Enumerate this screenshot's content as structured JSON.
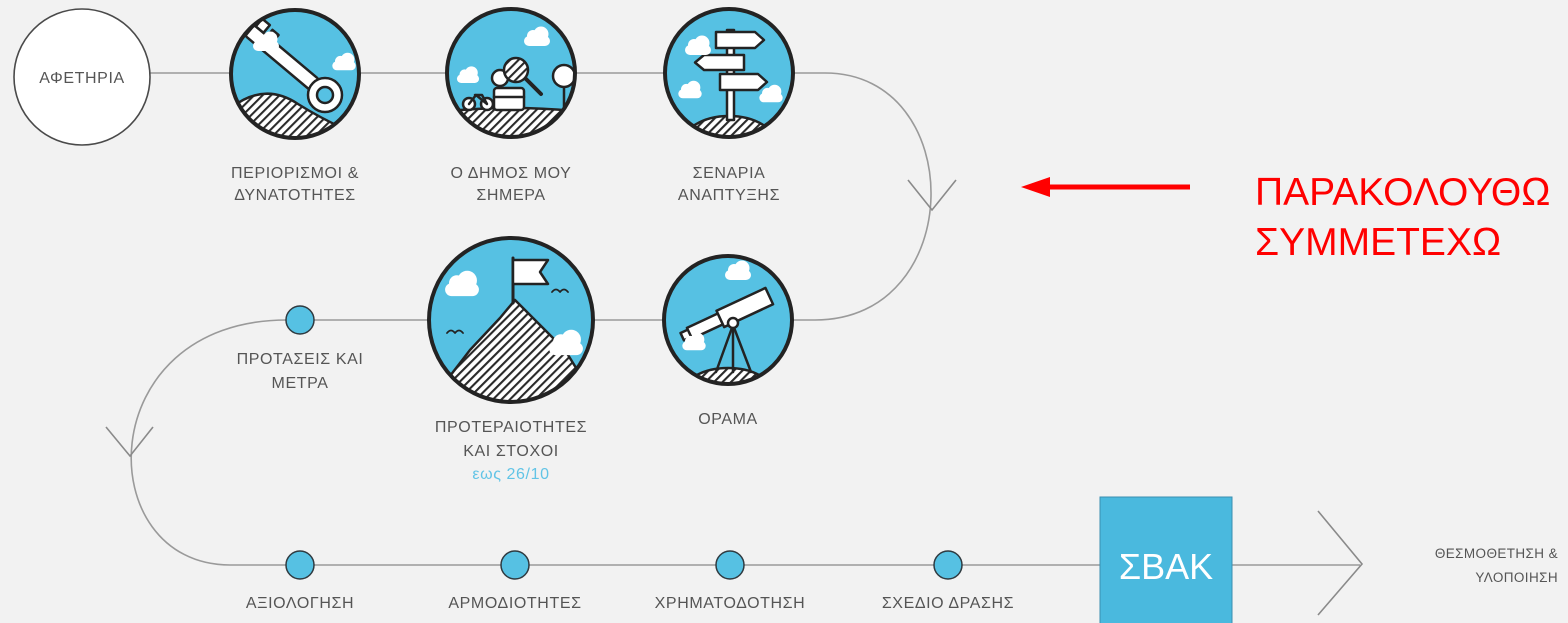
{
  "start": {
    "label": "ΑΦΕΤΗΡΙΑ"
  },
  "stages": [
    {
      "icon": "key-icon",
      "lines": [
        "ΠΕΡΙΟΡΙΣΜΟΙ &",
        "ΔΥΝΑΤΟΤΗΤΕΣ"
      ]
    },
    {
      "icon": "magnifier-person-icon",
      "lines": [
        "Ο ΔΗΜΟΣ ΜΟΥ",
        "ΣΗΜΕΡΑ"
      ]
    },
    {
      "icon": "signpost-icon",
      "lines": [
        "ΣΕΝΑΡΙΑ",
        "ΑΝΑΠΤΥΞΗΣ"
      ]
    },
    {
      "icon": "telescope-icon",
      "lines": [
        "ΟΡΑΜΑ"
      ]
    },
    {
      "icon": "flag-mountain-icon",
      "lines": [
        "ΠΡΟΤΕΡΑΙΟΤΗΤΕΣ",
        "ΚΑΙ ΣΤΟΧΟΙ"
      ],
      "note": "εως 26/10"
    },
    {
      "icon": "dot-marker",
      "lines": [
        "ΠΡΟΤΑΣΕΙΣ ΚΑΙ",
        "ΜΕΤΡΑ"
      ]
    },
    {
      "icon": "dot-marker",
      "lines": [
        "ΑΞΙΟΛΟΓΗΣΗ"
      ]
    },
    {
      "icon": "dot-marker",
      "lines": [
        "ΑΡΜΟΔΙΟΤΗΤΕΣ"
      ]
    },
    {
      "icon": "dot-marker",
      "lines": [
        "ΧΡΗΜΑΤΟΔΟΤΗΣΗ"
      ]
    },
    {
      "icon": "dot-marker",
      "lines": [
        "ΣΧΕΔΙΟ ΔΡΑΣΗΣ"
      ]
    }
  ],
  "milestone": {
    "label": "ΣΒΑΚ"
  },
  "finish": {
    "lines": [
      "ΘΕΣΜΟΘΕΤΗΣΗ &",
      "ΥΛΟΠΟΙΗΣΗ"
    ]
  },
  "callout": {
    "lines": [
      "ΠΑΡΑΚΟΛΟΥΘΩ",
      "ΣΥΜΜΕΤΕΧΩ"
    ]
  },
  "colors": {
    "background": "#f2f2f2",
    "stage_blue": "#56c1e3",
    "milestone_blue": "#4ab9de",
    "note_blue": "#62c4e6",
    "callout_red": "#ff0000",
    "label_gray": "#555555",
    "line_gray": "#9a9a9a"
  }
}
